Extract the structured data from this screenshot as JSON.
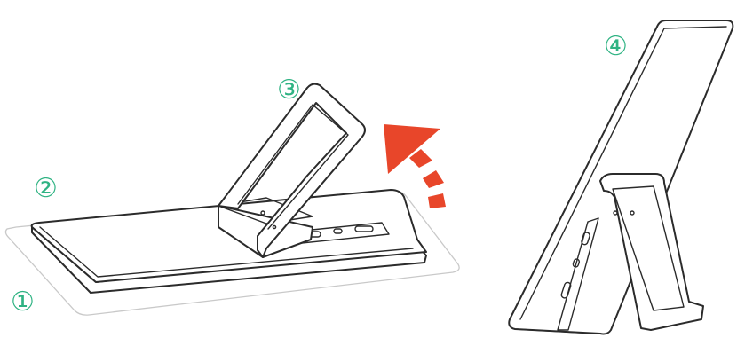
{
  "steps": [
    {
      "label": "①"
    },
    {
      "label": "②"
    },
    {
      "label": "③"
    },
    {
      "label": "④"
    }
  ],
  "colors": {
    "step_label": "#2fb383",
    "arrow": "#e8462a",
    "line": "#2b2b2b",
    "mat": "#c9c9c9"
  },
  "icons": {
    "arrow": "curved-arrow-icon"
  }
}
